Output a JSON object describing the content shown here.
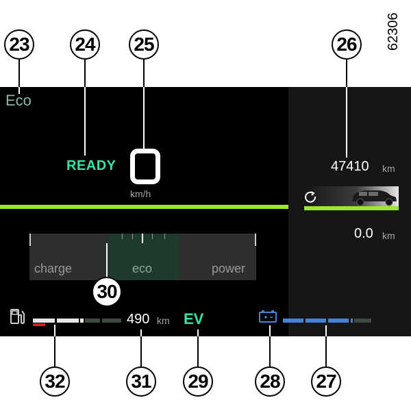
{
  "figure_id": "62306",
  "callouts": {
    "c23": "23",
    "c24": "24",
    "c25": "25",
    "c26": "26",
    "c27": "27",
    "c28": "28",
    "c29": "29",
    "c30": "30",
    "c31": "31",
    "c32": "32"
  },
  "dashboard": {
    "drive_mode": "Eco",
    "status": "READY",
    "speed_unit": "km/h",
    "odometer": {
      "value": "47410",
      "unit": "km"
    },
    "trip": {
      "value": "0.0",
      "unit": "km"
    },
    "power_gauge": {
      "labels": {
        "charge": "charge",
        "eco": "eco",
        "power": "power"
      }
    },
    "fuel": {
      "range_value": "490",
      "range_unit": "km",
      "level_segments_filled": 3,
      "segments_total": 5
    },
    "ev_indicator": "EV",
    "battery": {
      "level_segments_filled": 4,
      "segments_total": 5
    },
    "colors": {
      "accent_green": "#9be62e",
      "ready_teal": "#2fe6a8",
      "battery_blue": "#3d87d4",
      "fuel_red": "#e02020",
      "eco_text": "#8fb6a1"
    }
  }
}
